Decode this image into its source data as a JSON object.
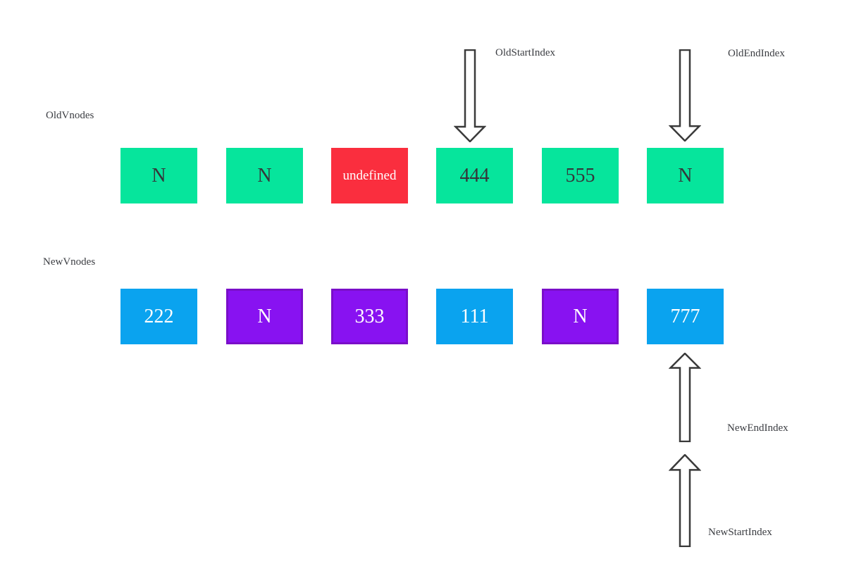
{
  "diagram": {
    "rows": [
      {
        "label": "OldVnodes",
        "boxes": [
          {
            "text": "N",
            "bg": "#06e59c",
            "fg": "#35363a"
          },
          {
            "text": "N",
            "bg": "#06e59c",
            "fg": "#35363a"
          },
          {
            "text": "undefined",
            "bg": "#fa2e3e",
            "fg": "#ffffff"
          },
          {
            "text": "444",
            "bg": "#06e59c",
            "fg": "#35363a"
          },
          {
            "text": "555",
            "bg": "#06e59c",
            "fg": "#35363a"
          },
          {
            "text": "N",
            "bg": "#06e59c",
            "fg": "#35363a"
          }
        ]
      },
      {
        "label": "NewVnodes",
        "boxes": [
          {
            "text": "222",
            "bg": "#0aa3ef",
            "fg": "#ffffff"
          },
          {
            "text": "N",
            "bg": "#8812f1",
            "fg": "#ffffff",
            "border": "#7a0ec9"
          },
          {
            "text": "333",
            "bg": "#8812f1",
            "fg": "#ffffff",
            "border": "#7a0ec9"
          },
          {
            "text": "111",
            "bg": "#0aa3ef",
            "fg": "#ffffff"
          },
          {
            "text": "N",
            "bg": "#8812f1",
            "fg": "#ffffff",
            "border": "#7a0ec9"
          },
          {
            "text": "777",
            "bg": "#0aa3ef",
            "fg": "#ffffff"
          }
        ]
      }
    ],
    "pointers": [
      {
        "label": "OldStartIndex",
        "direction": "down"
      },
      {
        "label": "OldEndIndex",
        "direction": "down"
      },
      {
        "label": "NewEndIndex",
        "direction": "up"
      },
      {
        "label": "NewStartIndex",
        "direction": "up"
      }
    ]
  }
}
